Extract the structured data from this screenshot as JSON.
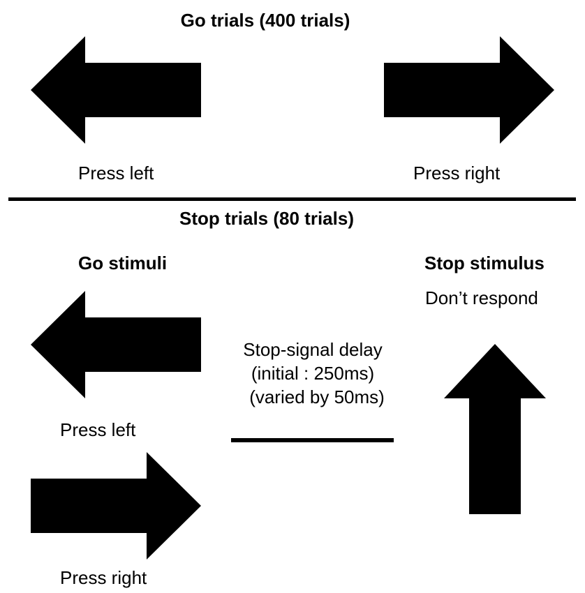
{
  "go_section": {
    "title": "Go trials (400 trials)",
    "left_label": "Press left",
    "right_label": "Press right"
  },
  "stop_section": {
    "title": "Stop trials (80 trials)",
    "go_stimuli_heading": "Go stimuli",
    "go_left_label": "Press left",
    "go_right_label": "Press right",
    "delay_line1": "Stop-signal delay",
    "delay_line2": "(initial : 250ms)",
    "delay_line3": "(varied by 50ms)",
    "stop_stimulus_heading": "Stop stimulus",
    "stop_instruction": "Don’t respond"
  },
  "colors": {
    "arrow": "#000000",
    "background": "#ffffff"
  },
  "icons": {
    "go_left": "arrow-left-icon",
    "go_right": "arrow-right-icon",
    "stop_left": "arrow-left-icon",
    "stop_right": "arrow-right-icon",
    "stop_up": "arrow-up-icon"
  }
}
